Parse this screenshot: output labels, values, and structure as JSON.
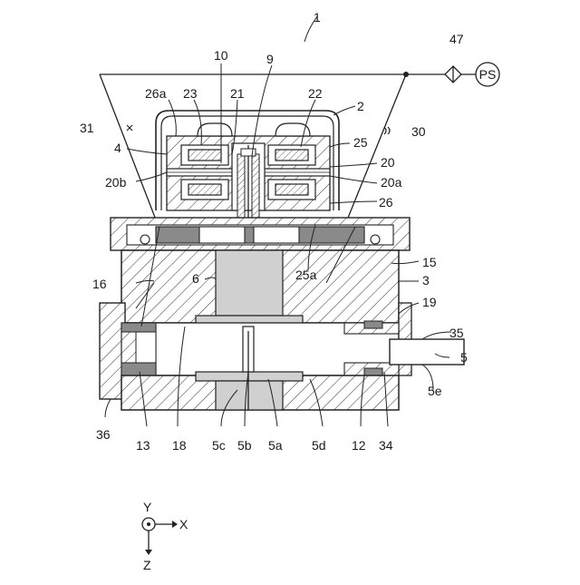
{
  "figure": {
    "labels": {
      "l1": "1",
      "l2": "2",
      "l3": "3",
      "l4": "4",
      "l5": "5",
      "l5e": "5e",
      "l5a": "5a",
      "l5b": "5b",
      "l5c": "5c",
      "l5d": "5d",
      "l6": "6",
      "l9": "9",
      "l10": "10",
      "l12": "12",
      "l13": "13",
      "l15": "15",
      "l16": "16",
      "l18": "18",
      "l19": "19",
      "l20": "20",
      "l20a": "20a",
      "l20b": "20b",
      "l21": "21",
      "l22": "22",
      "l23": "23",
      "l25": "25",
      "l25a": "25a",
      "l26": "26",
      "l26a": "26a",
      "l30": "30",
      "l31": "31",
      "l34": "34",
      "l35": "35",
      "l36": "36",
      "l47": "47"
    },
    "power_supply": "PS",
    "axes": {
      "y": "Y",
      "x": "X",
      "z": "Z"
    }
  }
}
